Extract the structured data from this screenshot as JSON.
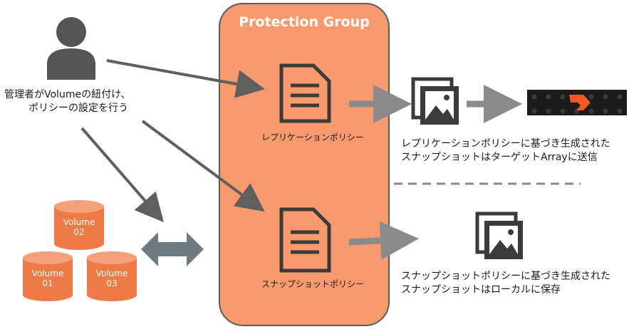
{
  "protection_group": {
    "title": "Protection Group"
  },
  "admin": {
    "caption_line1": "管理者がVolumeの紐付け、",
    "caption_line2": "ポリシーの設定を行う"
  },
  "policies": {
    "replication_label": "レプリケーションポリシー",
    "snapshot_label": "スナップショットポリシー"
  },
  "results": {
    "replication_line1": "レプリケーションポリシーに基づき生成された",
    "replication_line2": "スナップショットはターゲットArrayに送信",
    "snapshot_line1": "スナップショットポリシーに基づき生成された",
    "snapshot_line2": "スナップショットはローカルに保存"
  },
  "volumes": [
    {
      "line1": "Volume",
      "line2": "02"
    },
    {
      "line1": "Volume",
      "line2": "01"
    },
    {
      "line1": "Volume",
      "line2": "03"
    }
  ],
  "colors": {
    "group_fill": "#F79B6E",
    "arrow_gray": "#5F5F5F",
    "volume_orange": "#EE7A45",
    "icon_dark": "#3B3B3B",
    "logo_orange": "#F05A22"
  },
  "icons": [
    "user-icon",
    "document-icon",
    "image-gallery-icon",
    "storage-array-logo"
  ]
}
